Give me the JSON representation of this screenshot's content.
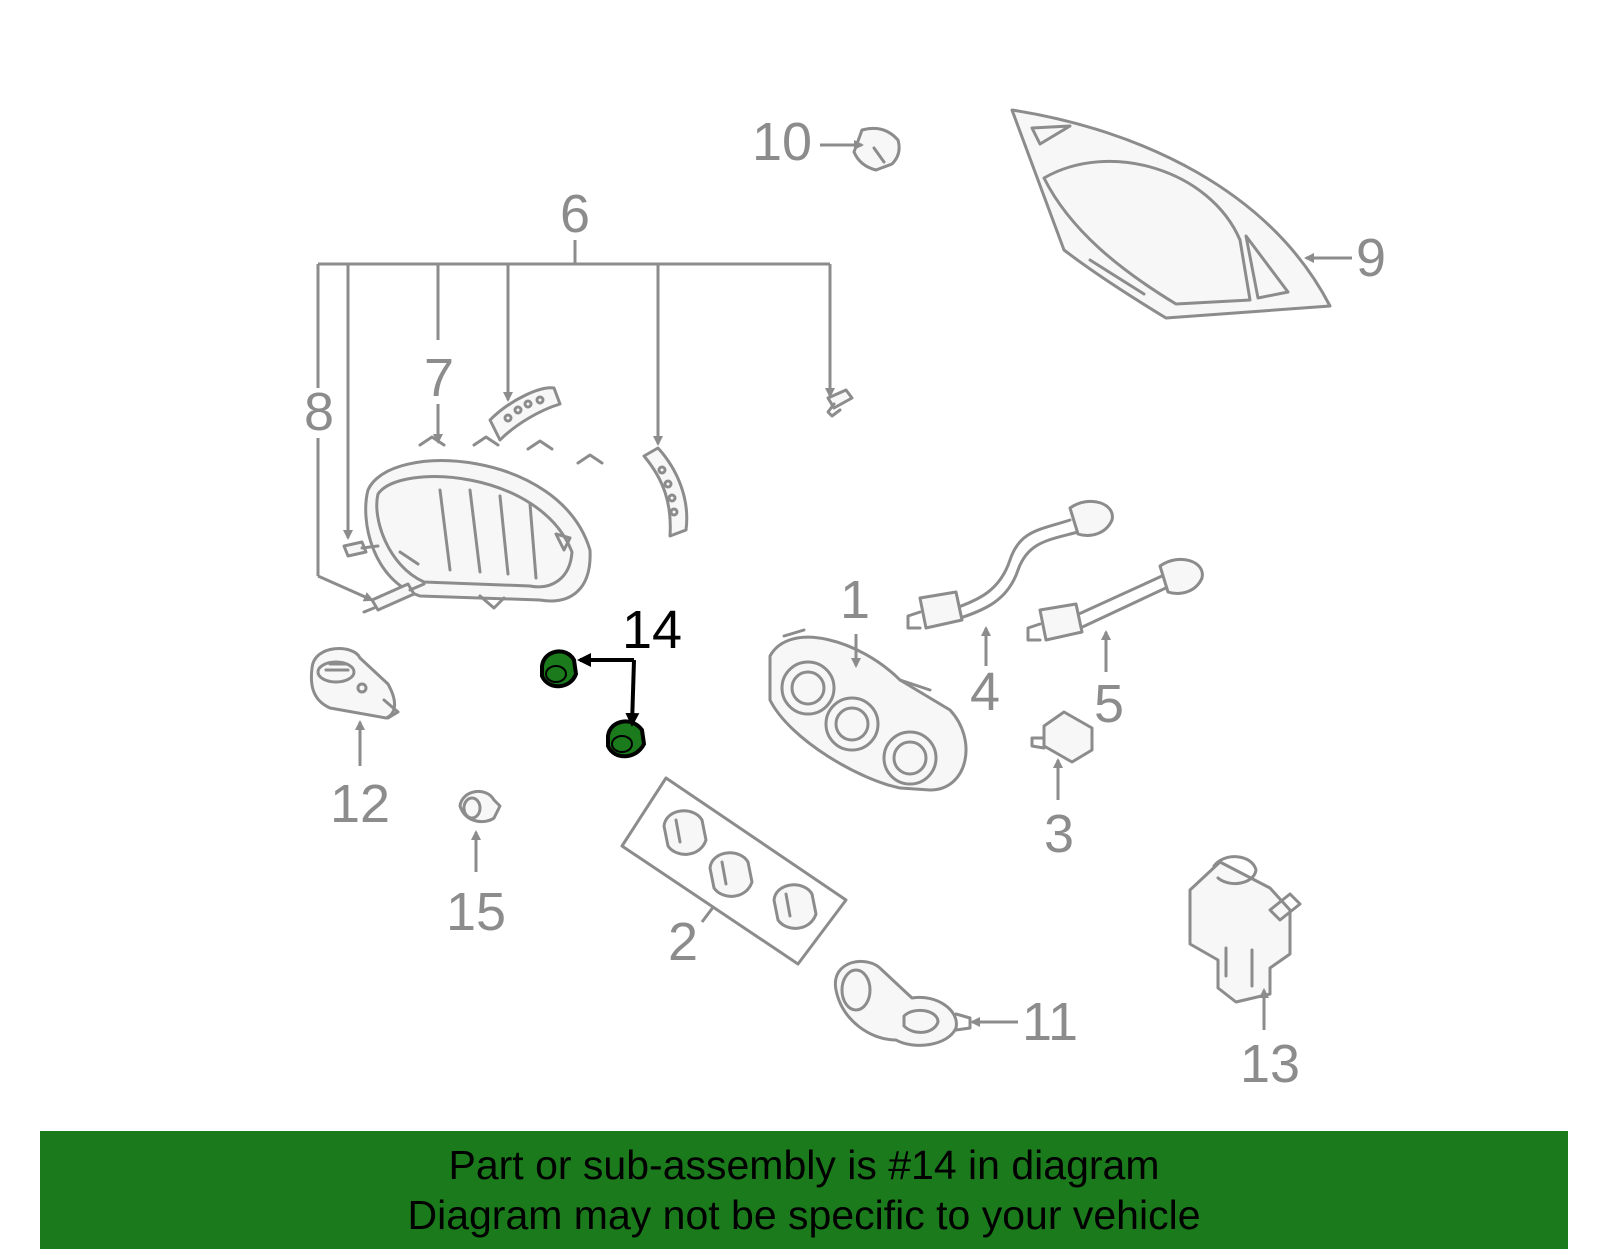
{
  "colors": {
    "line": "#8c8c8c",
    "highlight_part": "#1b7a1b",
    "highlight_line": "#000000",
    "banner": "#1b7a1b",
    "background": "#ffffff"
  },
  "callouts": {
    "c1": "1",
    "c2": "2",
    "c3": "3",
    "c4": "4",
    "c5": "5",
    "c6": "6",
    "c7": "7",
    "c8": "8",
    "c9": "9",
    "c10": "10",
    "c11": "11",
    "c12": "12",
    "c13": "13",
    "c14": "14",
    "c15": "15"
  },
  "highlighted_callout": "14",
  "banner": {
    "line1": "Part or sub-assembly is #14 in diagram",
    "line2": "Diagram may not be specific to your vehicle"
  }
}
